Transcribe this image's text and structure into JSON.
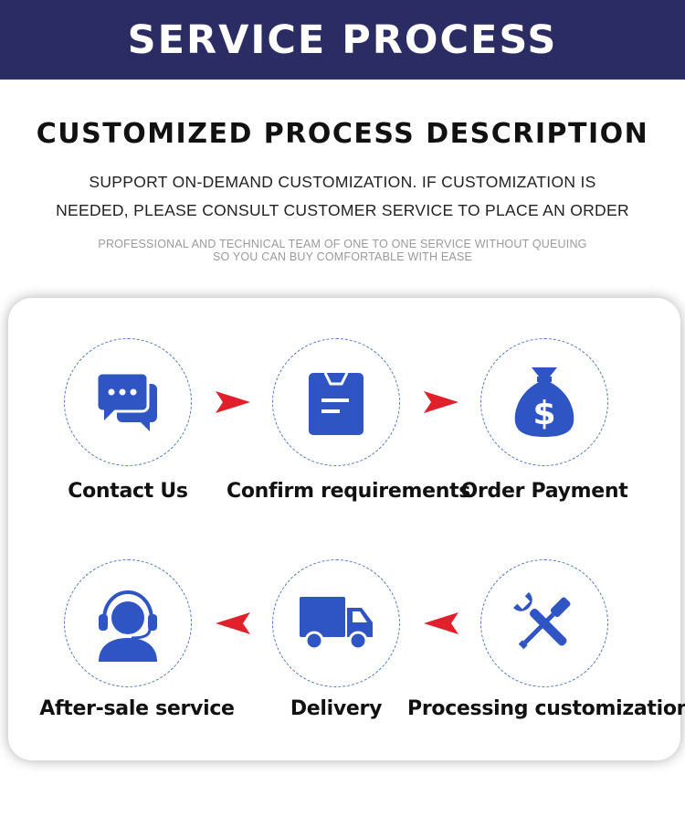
{
  "banner": {
    "title": "SERVICE PROCESS"
  },
  "section": {
    "heading": "CUSTOMIZED PROCESS DESCRIPTION",
    "intro_line1": "SUPPORT ON-DEMAND CUSTOMIZATION. IF CUSTOMIZATION IS",
    "intro_line2": "NEEDED, PLEASE CONSULT CUSTOMER SERVICE TO PLACE AN ORDER",
    "note_line1": "PROFESSIONAL AND TECHNICAL TEAM OF ONE TO ONE SERVICE WITHOUT QUEUING",
    "note_line2": "SO YOU CAN BUY COMFORTABLE WITH EASE"
  },
  "steps": [
    {
      "label": "Contact Us",
      "icon": "chat-icon"
    },
    {
      "label": "Confirm requirements",
      "icon": "clipboard-icon"
    },
    {
      "label": "Order Payment",
      "icon": "money-bag-icon"
    },
    {
      "label": "Processing customization",
      "icon": "tools-icon"
    },
    {
      "label": "Delivery",
      "icon": "truck-icon"
    },
    {
      "label": "After-sale service",
      "icon": "headset-icon"
    }
  ],
  "colors": {
    "banner": "#2b2c63",
    "icon_blue": "#2f55c5",
    "arrow_red": "#e0202a",
    "circle_border": "#4a76c8"
  }
}
